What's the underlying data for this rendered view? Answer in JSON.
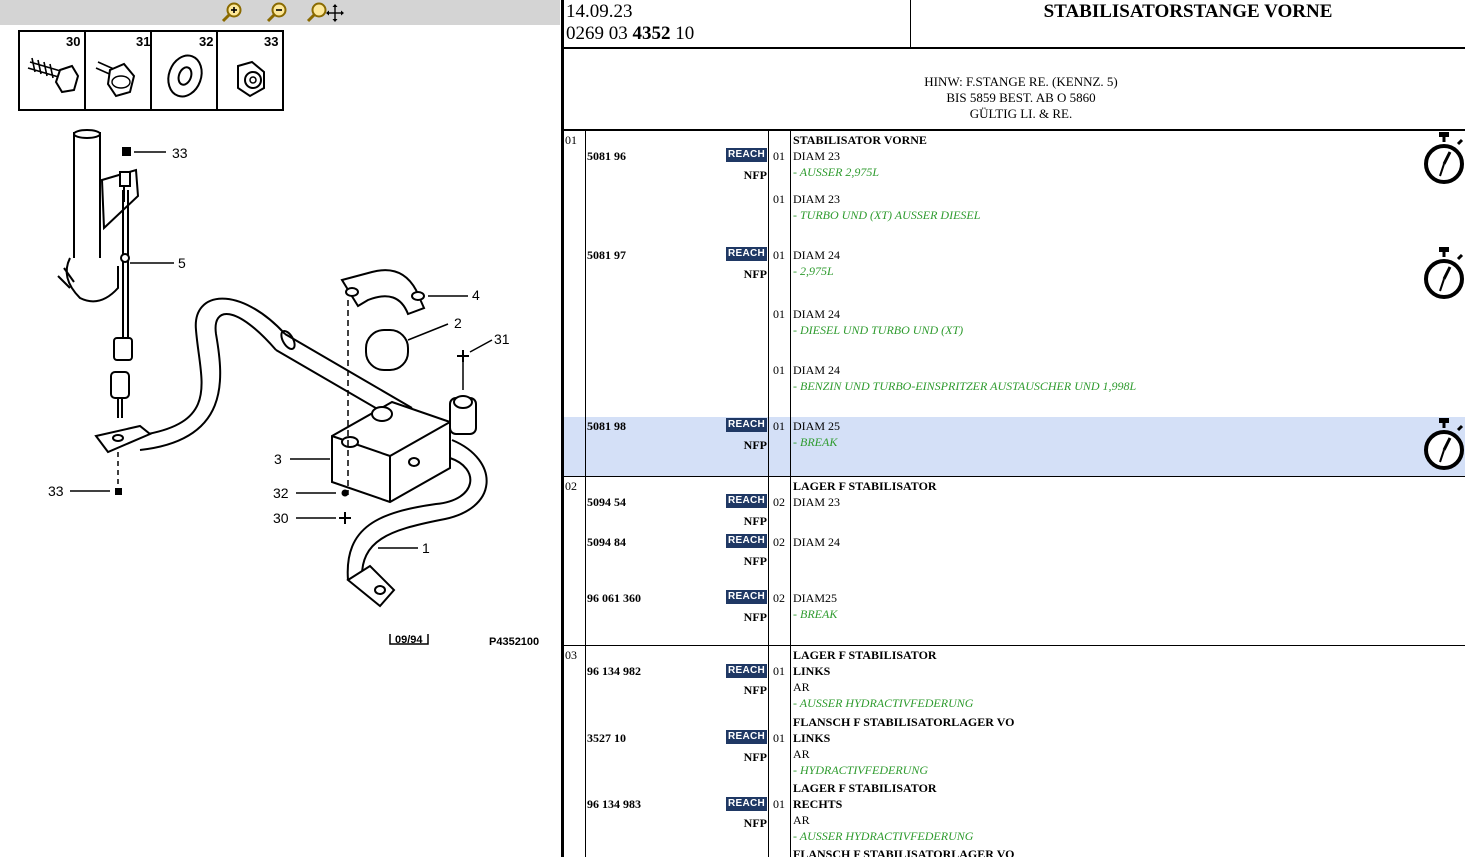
{
  "header": {
    "date": "14.09.23",
    "ref_prefix": "0269 03 ",
    "ref_bold": "4352",
    "ref_suffix": " 10",
    "title": "STABILISATORSTANGE VORNE"
  },
  "note": {
    "line1": "HINW: F.STANGE RE. (KENNZ. 5)",
    "line2": "BIS 5859 BEST. AB O 5860",
    "line3": "GÜLTIG LI. & RE."
  },
  "diagram": {
    "insets": [
      "30",
      "31",
      "32",
      "33"
    ],
    "callouts": [
      "33",
      "5",
      "4",
      "2",
      "31",
      "3",
      "32",
      "30",
      "33",
      "1"
    ],
    "stamp": "09/94",
    "ref": "P4352100"
  },
  "badges": {
    "reach": "REACH",
    "nfp": "NFP"
  },
  "groups": [
    {
      "num": "01",
      "parts": [
        {
          "pn": "5081 96",
          "rows": [
            {
              "qty": "01",
              "desc": "STABILISATOR VORNE",
              "bold_head": true,
              "sub": "DIAM 23",
              "cond": "- AUSSER 2,975L"
            },
            {
              "qty": "01",
              "sub": "DIAM 23",
              "cond": "- TURBO UND (XT) AUSSER DIESEL"
            }
          ]
        },
        {
          "pn": "5081 97",
          "rows": [
            {
              "qty": "01",
              "sub": "DIAM 24",
              "cond": "- 2,975L"
            },
            {
              "qty": "01",
              "sub": "DIAM 24",
              "cond": "- DIESEL UND TURBO UND (XT)"
            },
            {
              "qty": "01",
              "sub": "DIAM 24",
              "cond": "- BENZIN UND TURBO-EINSPRITZER AUSTAUSCHER UND 1,998L"
            }
          ]
        },
        {
          "pn": "5081 98",
          "rows": [
            {
              "qty": "01",
              "sub": "DIAM 25",
              "cond": "- BREAK"
            }
          ]
        }
      ]
    },
    {
      "num": "02",
      "parts": [
        {
          "pn": "5094 54",
          "rows": [
            {
              "qty": "02",
              "desc": "LAGER F STABILISATOR",
              "sub": "DIAM 23"
            }
          ]
        },
        {
          "pn": "5094 84",
          "rows": [
            {
              "qty": "02",
              "sub": "DIAM 24"
            }
          ]
        },
        {
          "pn": "96 061 360",
          "rows": [
            {
              "qty": "02",
              "sub": "DIAM25",
              "cond": "- BREAK"
            }
          ]
        }
      ]
    },
    {
      "num": "03",
      "parts": [
        {
          "pn": "96 134 982",
          "rows": [
            {
              "qty": "01",
              "desc": "LAGER F STABILISATOR",
              "desc2": "LINKS",
              "sub": "AR",
              "cond": "- AUSSER HYDRACTIVFEDERUNG"
            }
          ]
        },
        {
          "pn": "3527 10",
          "rows": [
            {
              "qty": "01",
              "desc": "FLANSCH F STABILISATORLAGER VO",
              "desc2": "LINKS",
              "sub": "AR",
              "cond": "- HYDRACTIVFEDERUNG"
            }
          ]
        },
        {
          "pn": "96 134 983",
          "rows": [
            {
              "qty": "01",
              "desc": "LAGER F STABILISATOR",
              "desc2": "RECHTS",
              "sub": "AR",
              "cond": "- AUSSER HYDRACTIVFEDERUNG"
            }
          ]
        },
        {
          "pn": "",
          "rows": [
            {
              "desc": "FLANSCH F STABILISATORLAGER VO"
            }
          ]
        }
      ]
    }
  ],
  "colors": {
    "reach_bg": "#1f3864",
    "condition_text": "#2e9b2e",
    "highlight_row": "#d4e0f7",
    "toolbar": "#d4d4d4"
  },
  "icons": [
    "zoom-in-icon",
    "zoom-out-icon",
    "zoom-pan-icon",
    "stopwatch-icon"
  ]
}
